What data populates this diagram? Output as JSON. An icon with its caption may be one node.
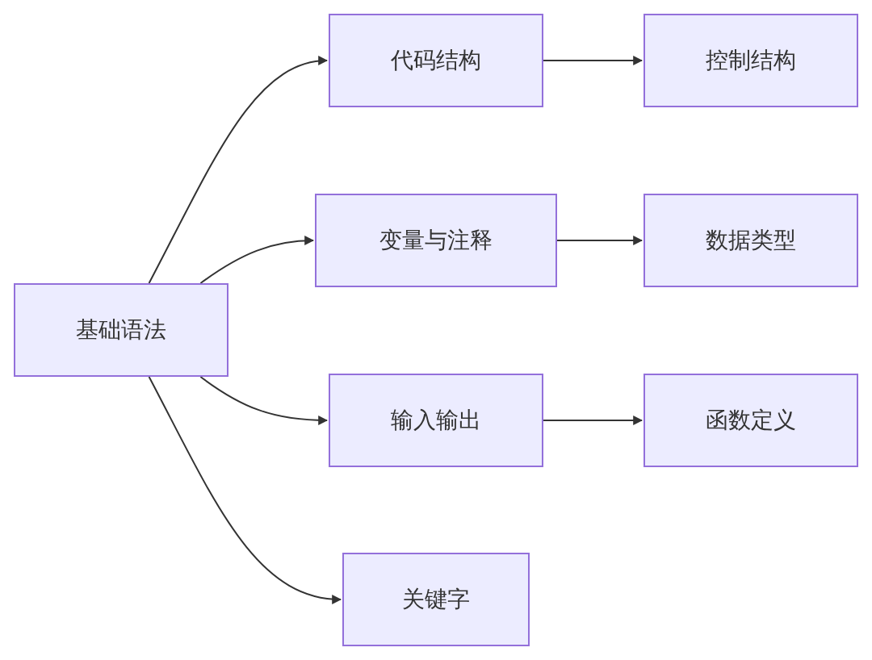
{
  "diagram": {
    "nodes": [
      {
        "text": [
          "基础语法"
        ]
      },
      {
        "text": [
          "代码结构"
        ]
      },
      {
        "text": [
          "控制结构"
        ]
      },
      {
        "text": [
          "变量与注释"
        ]
      },
      {
        "text": [
          "数据类型"
        ]
      },
      {
        "text": [
          "输入输出"
        ]
      },
      {
        "text": [
          "函数定义"
        ]
      },
      {
        "text": [
          "关键字"
        ]
      }
    ],
    "edges": [
      {
        "from": 0,
        "to": 1,
        "arrow": "to"
      },
      {
        "from": 0,
        "to": 3,
        "arrow": "to"
      },
      {
        "from": 0,
        "to": 5,
        "arrow": "to"
      },
      {
        "from": 0,
        "to": 7,
        "arrow": "to"
      },
      {
        "from": 1,
        "to": 2,
        "arrow": "to"
      },
      {
        "from": 3,
        "to": 4,
        "arrow": "to"
      },
      {
        "from": 5,
        "to": 6,
        "arrow": "to"
      }
    ]
  }
}
